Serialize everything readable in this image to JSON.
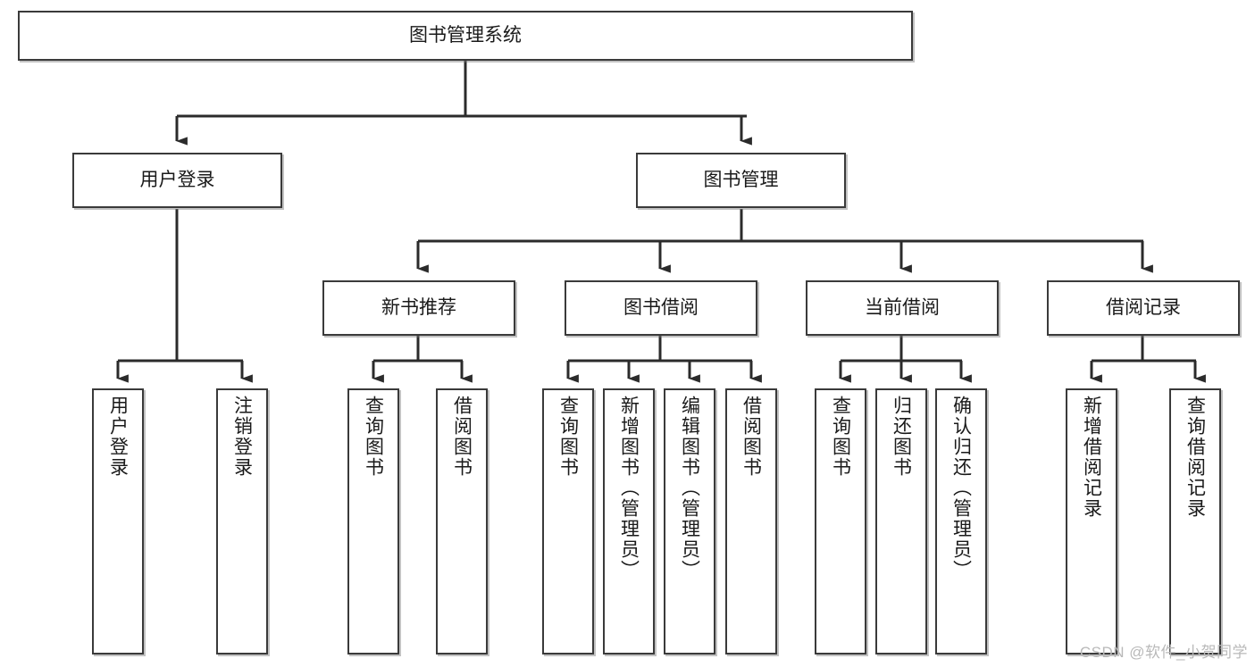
{
  "diagram": {
    "title": "图书管理系统",
    "type": "hierarchy-tree",
    "watermark": "CSDN @软件_小贺同学",
    "colors": {
      "background": "#ffffff",
      "box_border": "#3a3a3a",
      "box_fill": "#ffffff",
      "connector": "#2b2b2b",
      "text": "#1a1a1a",
      "watermark": "#b9b9b9"
    },
    "nodes": {
      "root": {
        "label": "图书管理系统",
        "orientation": "horizontal"
      },
      "level2": [
        {
          "id": "user-login",
          "label": "用户登录",
          "orientation": "horizontal"
        },
        {
          "id": "book-manage",
          "label": "图书管理",
          "orientation": "horizontal"
        }
      ],
      "level3": [
        {
          "id": "new-book-recommend",
          "label": "新书推荐",
          "orientation": "horizontal"
        },
        {
          "id": "book-borrow",
          "label": "图书借阅",
          "orientation": "horizontal"
        },
        {
          "id": "current-borrow",
          "label": "当前借阅",
          "orientation": "horizontal"
        },
        {
          "id": "borrow-record",
          "label": "借阅记录",
          "orientation": "horizontal"
        }
      ],
      "leaves": [
        {
          "id": "leaf-user-login",
          "label": "用户登录",
          "parent": "user-login",
          "orientation": "vertical"
        },
        {
          "id": "leaf-logout-login",
          "label": "注销登录",
          "parent": "user-login",
          "orientation": "vertical"
        },
        {
          "id": "leaf-query-book-1",
          "label": "查询图书",
          "parent": "new-book-recommend",
          "orientation": "vertical"
        },
        {
          "id": "leaf-borrow-book-1",
          "label": "借阅图书",
          "parent": "new-book-recommend",
          "orientation": "vertical"
        },
        {
          "id": "leaf-query-book-2",
          "label": "查询图书",
          "parent": "book-borrow",
          "orientation": "vertical"
        },
        {
          "id": "leaf-add-book",
          "label": "新增图书（管理员）",
          "parent": "book-borrow",
          "orientation": "vertical"
        },
        {
          "id": "leaf-edit-book",
          "label": "编辑图书（管理员）",
          "parent": "book-borrow",
          "orientation": "vertical"
        },
        {
          "id": "leaf-borrow-book-2",
          "label": "借阅图书",
          "parent": "book-borrow",
          "orientation": "vertical"
        },
        {
          "id": "leaf-query-book-3",
          "label": "查询图书",
          "parent": "current-borrow",
          "orientation": "vertical"
        },
        {
          "id": "leaf-return-book",
          "label": "归还图书",
          "parent": "current-borrow",
          "orientation": "vertical"
        },
        {
          "id": "leaf-confirm-return",
          "label": "确认归还（管理员）",
          "parent": "current-borrow",
          "orientation": "vertical"
        },
        {
          "id": "leaf-add-record",
          "label": "新增借阅记录",
          "parent": "borrow-record",
          "orientation": "vertical"
        },
        {
          "id": "leaf-query-record",
          "label": "查询借阅记录",
          "parent": "borrow-record",
          "orientation": "vertical"
        }
      ]
    }
  }
}
